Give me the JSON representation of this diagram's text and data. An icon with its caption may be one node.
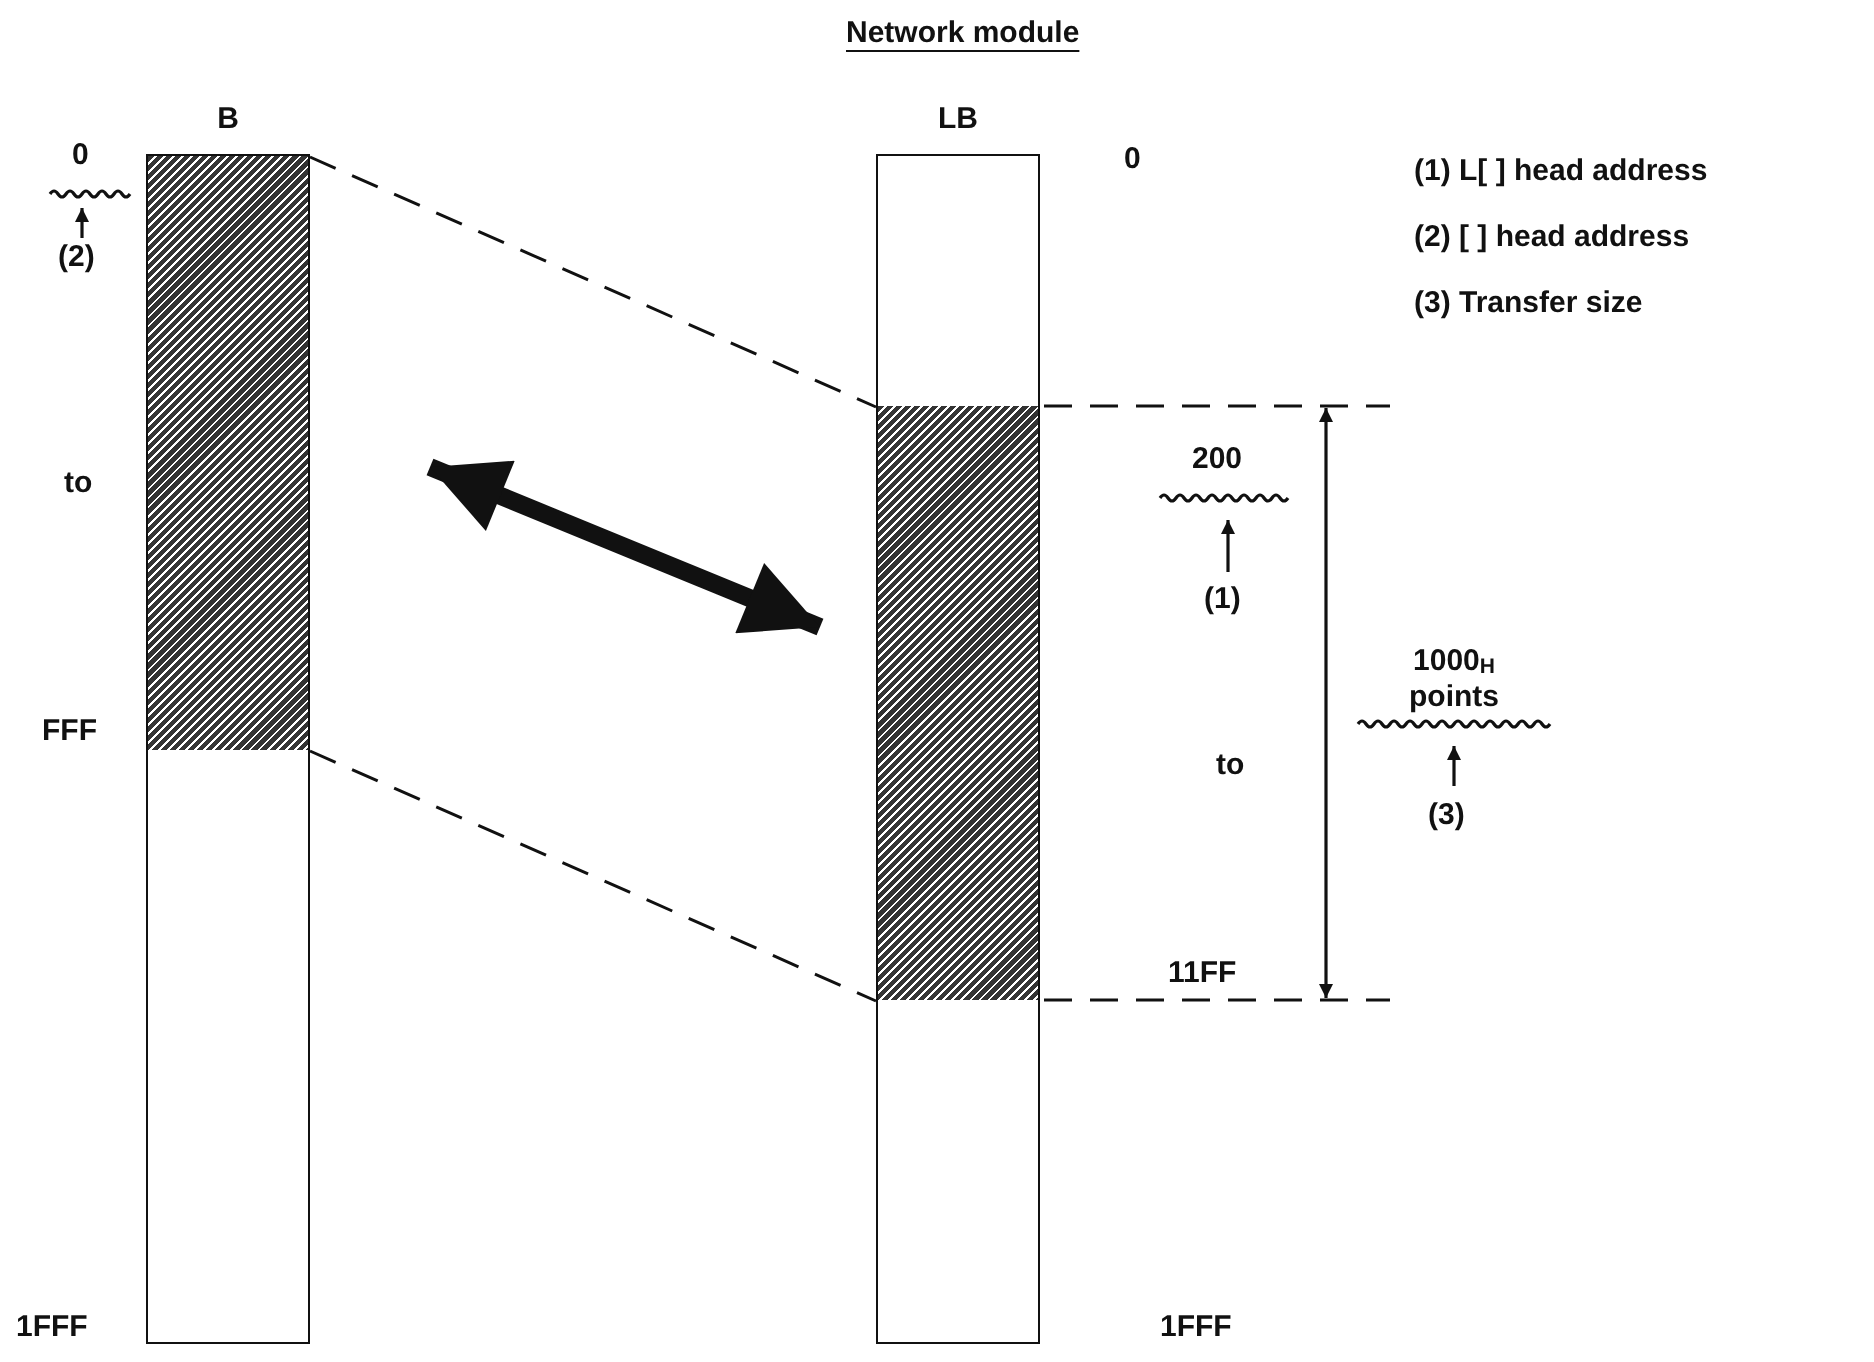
{
  "diagram": {
    "nodes": [
      {
        "text": [
          "B"
        ]
      },
      {
        "text": [],
        "shape": "box",
        "in": 0
      },
      {
        "text": [
          "LB"
        ]
      },
      {
        "text": [],
        "shape": "box",
        "in": 2
      }
    ],
    "edges": [
      {
        "from": 1,
        "to": 3,
        "arrow": "none",
        "style": "dashed"
      },
      {
        "from": 1,
        "to": 3,
        "arrow": "none",
        "style": "dashed"
      },
      {
        "from": 1,
        "to": 3,
        "arrow": "both",
        "style": "thick"
      }
    ],
    "labels": [
      "Network module",
      "0",
      "(2)",
      "to",
      "FFF",
      "1FFF",
      "0",
      "(1) L[ ] head address",
      "(2) [ ] head address",
      "(3) Transfer size",
      "200",
      "(1)",
      "1000$_{H}$ points",
      "(3)",
      "to",
      "11FF",
      "1FFF"
    ]
  }
}
